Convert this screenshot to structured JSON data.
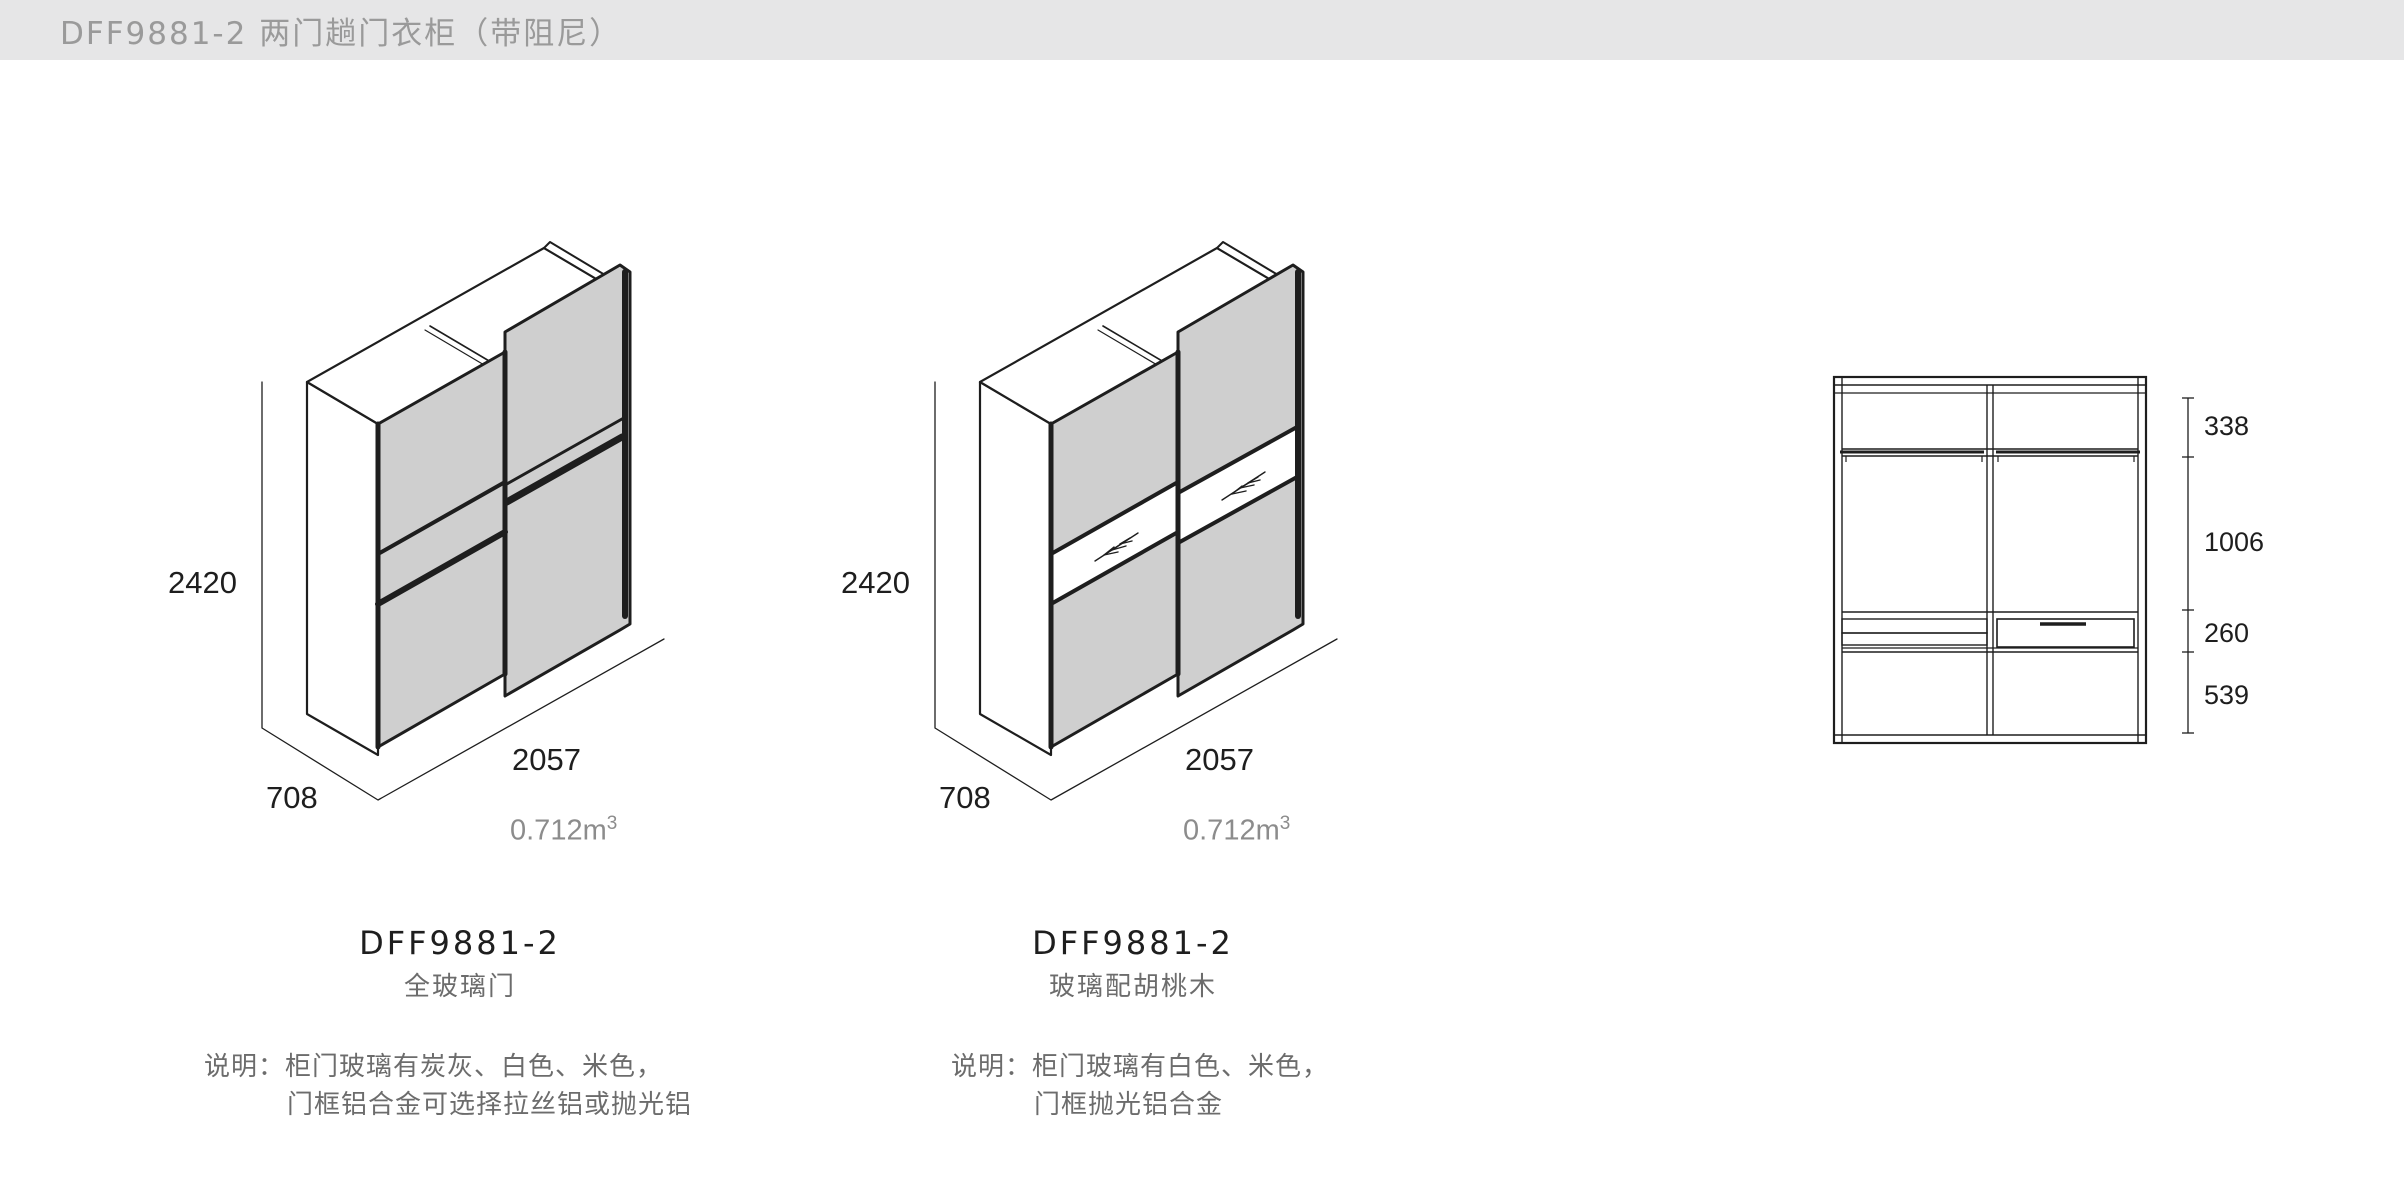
{
  "header": {
    "title": "DFF9881-2 两门趟门衣柜（带阻尼）"
  },
  "products": [
    {
      "height": "2420",
      "depth": "708",
      "width": "2057",
      "volume": "0.712m",
      "volume_exp": "3",
      "model": "DFF9881-2",
      "name": "全玻璃门",
      "note_line1": "说明：柜门玻璃有炭灰、白色、米色，",
      "note_line2": "门框铝合金可选择拉丝铝或抛光铝"
    },
    {
      "height": "2420",
      "depth": "708",
      "width": "2057",
      "volume": "0.712m",
      "volume_exp": "3",
      "model": "DFF9881-2",
      "name": "玻璃配胡桃木",
      "note_line1": "说明：柜门玻璃有白色、米色，",
      "note_line2": "门框抛光铝合金"
    }
  ],
  "interior": {
    "dims": [
      "338",
      "1006",
      "260",
      "539"
    ]
  },
  "colors": {
    "header_bg": "#e6e6e7",
    "glass": "#cfcfcf",
    "line": "#1e1e1e"
  }
}
